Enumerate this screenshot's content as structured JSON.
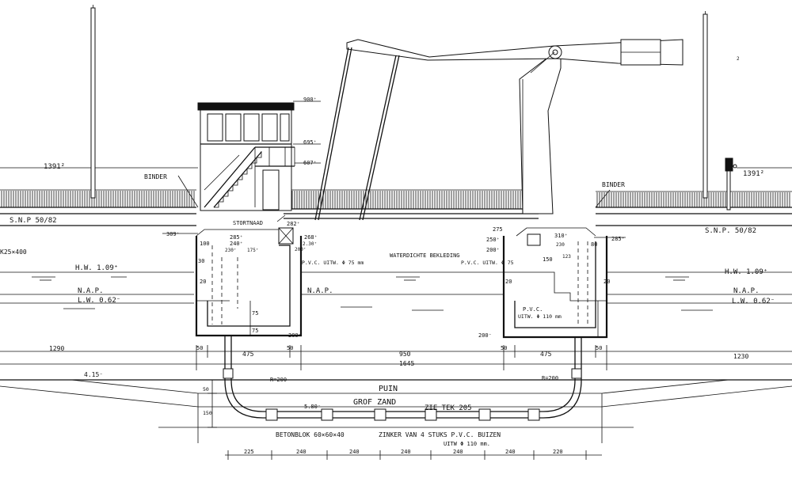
{
  "levels": {
    "top_left": "1391²",
    "top_right": "1391²",
    "snp_left": "S.N.P  50/82",
    "snp_right": "S.N.P.   50/82",
    "hw_left": "H.W. 1.09⁺",
    "hw_right": "H.W. 1.09⁺",
    "nap_left": "N.A.P.",
    "nap_mid": "N.A.P.",
    "nap_right": "N.A.P.",
    "lw_left": "L.W. 0.62⁻",
    "lw_right": "L.W. 0.62⁻",
    "beam_left": "K25×400"
  },
  "labels": {
    "binder_left": "BINDER",
    "binder_right": "BINDER",
    "stortnaad": "STORTNAAD",
    "waterdichte": "WATERDICHTE  BEKLEDING",
    "pvc_left": "P.V.C. UITW. Φ 75 mm",
    "pvc_right": "P.V.C. UITW. Φ 75",
    "pvc_low_1": "P.V.C.",
    "pvc_low_2": "UITW. Φ 110 mm",
    "puin": "PUIN",
    "grof_zand": "GROF  ZAND",
    "zie_tek": "ZIE TEK 205",
    "betonblok": "BETONBLOK 60×60×40",
    "zinker_1": "ZINKER VAN 4 STUKS  P.V.C. BUIZEN",
    "zinker_2": "UITW  Φ 110 mm."
  },
  "dims": {
    "d900": "900⁺",
    "d695": "695⁺",
    "d607": "607⁺",
    "d309": "309⁺",
    "d285": "285⁺",
    "d282": "282⁺",
    "d240": "240⁺",
    "d230a": "230⁺",
    "d175": "175⁺",
    "d268": "268⁺",
    "d230b": "2.30⁺",
    "d200a": "200⁺",
    "d100": "100",
    "d30a": "30",
    "d275": "275",
    "d250": "250⁺",
    "d310": "310⁺",
    "d200b": "200⁺",
    "d230c": "230",
    "d80": "80",
    "d150": "150",
    "d123": "123",
    "d285r": "285⁺",
    "d20a": "20",
    "d20b": "20",
    "d20c": "20",
    "d75a": "75",
    "d75b": "75",
    "d200c": "200⁻",
    "d200d": "200⁻",
    "d1290": "1290",
    "d1230": "1230",
    "d50a": "50",
    "d475a": "475",
    "d50b": "50",
    "d950": "950",
    "d50c": "50",
    "d475b": "475",
    "d50d": "50",
    "d1645": "1645",
    "d415": "4.15⁻",
    "r200a": "R=200",
    "r200b": "R=200",
    "d580": "5.80⁻",
    "d50e": "50",
    "d150v": "150",
    "b225": "225",
    "b240a": "240",
    "b240b": "240",
    "b240c": "240",
    "b240d": "240",
    "b240e": "240",
    "b220": "220"
  },
  "misc": {
    "corner_mark": "2"
  }
}
